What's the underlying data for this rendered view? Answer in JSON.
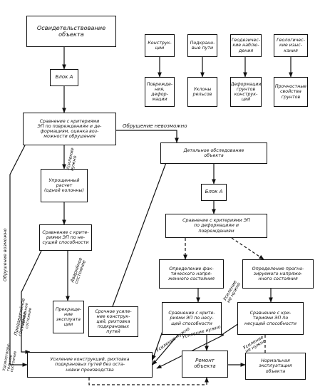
{
  "boxes": {
    "survey": "Освидетельствование\nобъекта",
    "block_a_1": "Блок А",
    "compare_1": "Сравнение с критериями\nЭП по повреждениям и де-\nформациям, оценка воз-\nможности обрушения",
    "simplified_calc": "Упрощенный\nрасчет\n(одной колонны)",
    "compare_bearing_1": "Сравнение с крите-\nриями ЭП по не-\nсущей способности",
    "stop_operation": "Прекраще-\nние\nэксплуата\nции",
    "urgent_reinforcement": "Срочное усиле-\nние конструк-\nций, рихтовка\nподкрановых\nпутей",
    "reinforcement_no_stop": "Усиление конструкций, рихтовка\nподкрановых путей без оста-\nновки производства",
    "detailed_survey": "Детальное обследование\nобъекта",
    "block_a_2": "Блок А",
    "compare_2": "Сравнение с критериями ЭП\nпо деформациям и\nповреждениям",
    "actual_stress": "Определение фак-\nтического напря-\nженного состояния",
    "forecast_stress": "Определение прогно-\nзируемого напряже-\nнного состояния",
    "compare_bearing_2": "Сравнение с крите-\nриями ЭП по несу-\nщей способности",
    "compare_bearing_3": "Сравнение с кри-\nтериями ЭП по\nнесущей способности",
    "repair": "Ремонт\nобъекта",
    "normal_operation": "Нормальная\nэксплуатация\nобъекта",
    "structures": "Конструк-\nции",
    "crane_tracks": "Подкрано-\nвые пути",
    "geodetic": "Геодезичес-\nкие наблю-\nдения",
    "geological": "Геологичес-\nкие изыс-\nкания",
    "damage_deformation": "Поврежде-\nния, дефор-\nмации",
    "rail_slopes": "Уклоны\nрельсов",
    "deformation_soil_structures": "Деформации\nгрунтов\nконструк-\nций",
    "strength_soil": "Прочностные\nсвойства\nгрунтов"
  },
  "labels": {
    "collapse_unlikely": "Обрушение невозможно",
    "collapse_possible": "Обрушение возможно",
    "accident_state": "Аварийное\nсостояние",
    "prefailure_state": "Предаварийное\nсостояние",
    "reinforcement_needed_1": "Усиление\nнужно",
    "reinforcement_needed_2": "Усиление нужно",
    "reinforcement_needed_3": "Усиление нужно",
    "reinforcement_not_needed_1": "Усиление\nне нужно",
    "reinforcement_not_needed_2": "Усиление\nне нужно",
    "normal_state": "Нормальное\nсостояние",
    "satisfactory_state": "Удовлетвори-\nтельное\nсостояние"
  }
}
